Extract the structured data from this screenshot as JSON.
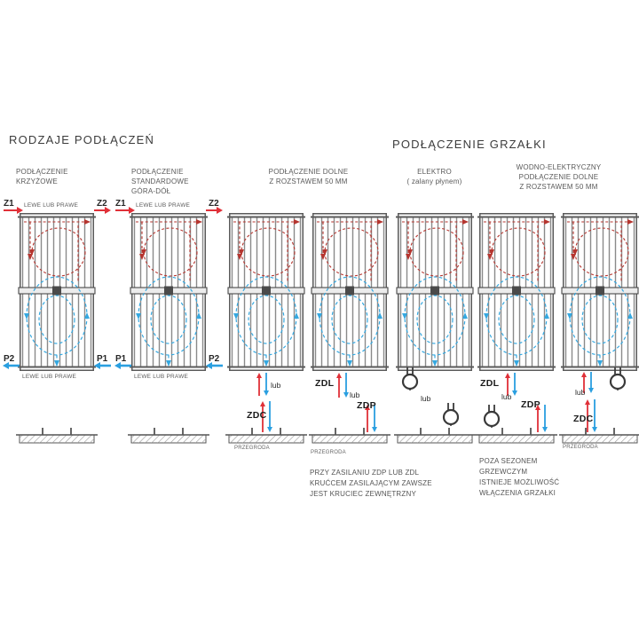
{
  "header": {
    "left_title": "RODZAJE PODŁĄCZEŃ",
    "right_title": "PODŁĄCZENIE GRZAŁKI"
  },
  "column_titles": {
    "cross": "PODŁĄCZENIE\nKRZYŻOWE",
    "standard": "PODŁĄCZENIE\nSTANDARDOWE\nGÓRA-DÓŁ",
    "bottom_50": "PODŁĄCZENIE DOLNE\nZ ROZSTAWEM 50 MM",
    "electric": "ELEKTRO\n( zalany płynem)",
    "water_electric": "WODNO-ELEKTRYCZNY\nPODŁĄCZENIE DOLNE\nZ ROZSTAWEM 50 MM"
  },
  "cross": {
    "top_left": "Z1",
    "top_right": "Z2",
    "bottom_left": "P2",
    "bottom_right": "P1",
    "top_note": "LEWE LUB PRAWE",
    "bottom_note": "LEWE LUB PRAWE"
  },
  "standard": {
    "top_left": "Z1",
    "top_right": "Z2",
    "bottom_left": "P1",
    "bottom_right": "P2",
    "top_note": "LEWE LUB PRAWE",
    "bottom_note": "LEWE LUB PRAWE"
  },
  "connectors": {
    "zdc": "ZDC",
    "zdl": "ZDL",
    "zdp": "ZDP",
    "or": "lub",
    "partition": "PRZEGRODA"
  },
  "notes": {
    "supply": "PRZY ZASILANIU ZDP LUB ZDL\nKRUĆCEM ZASILAJĄCYM ZAWSZE\nJEST KRUCIEC ZEWNĘTRZNY",
    "heater": "POZA SEZONEM\nGRZEWCZYM\nISTNIEJE MOŻLIWOŚĆ\nWŁĄCZENIA GRZAŁKI"
  },
  "colors": {
    "supply_red": "#b5352f",
    "return_blue": "#35a8e0",
    "arrow_red": "#e03038",
    "arrow_blue": "#2a9fe0"
  }
}
